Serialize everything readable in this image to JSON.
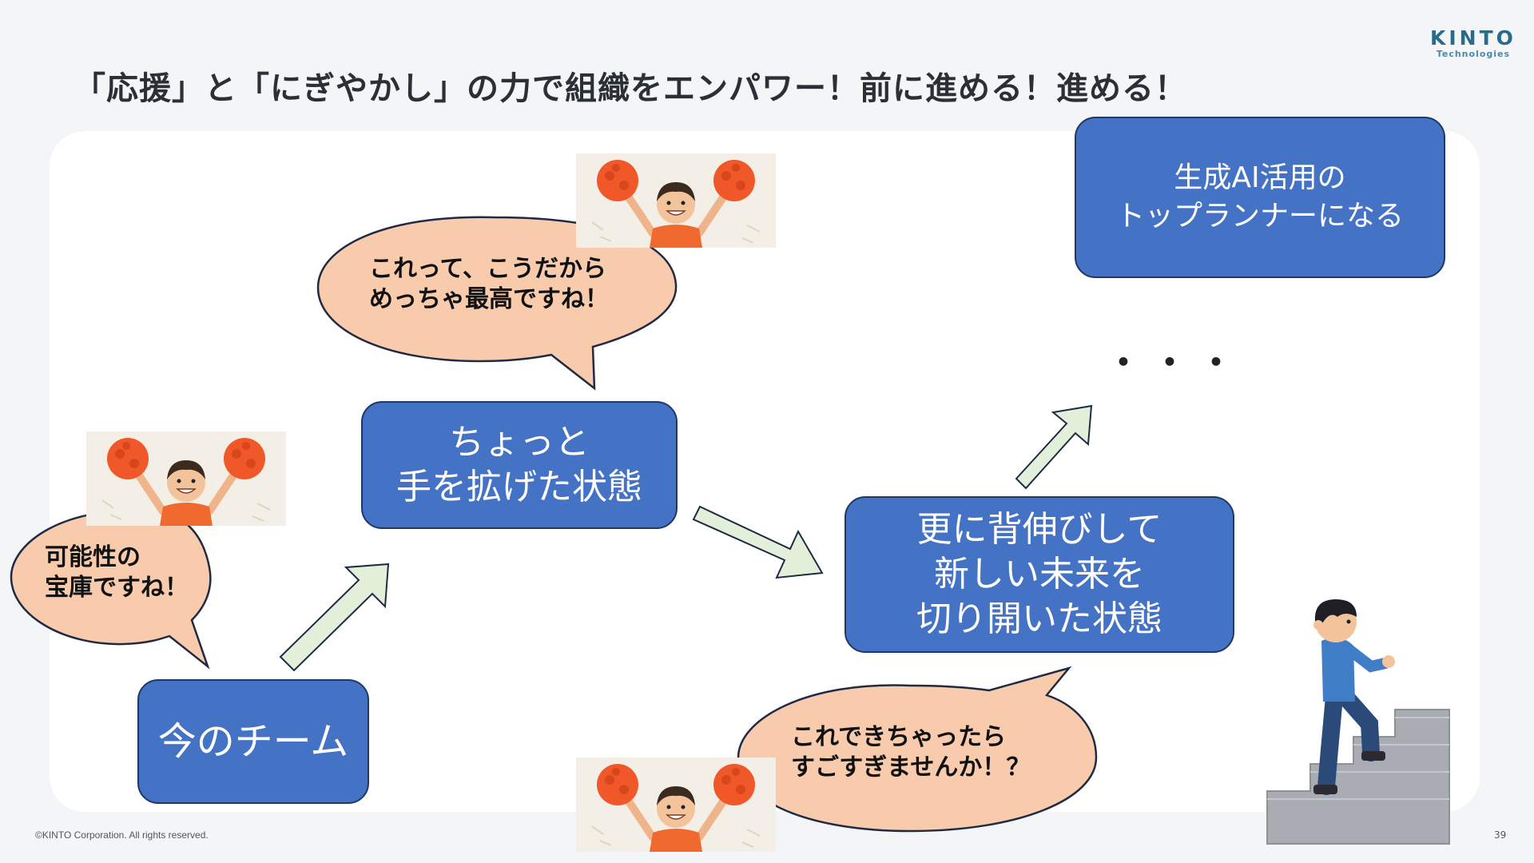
{
  "slide": {
    "title": "「応援」と「にぎやかし」の力で組織をエンパワー！前に進める！進める！",
    "logo": {
      "line1": "KINTO",
      "line2": "Technologies"
    },
    "boxes": {
      "current_team": [
        "今のチーム"
      ],
      "slightly_expanded": [
        "ちょっと",
        "手を拡げた状態"
      ],
      "new_future": [
        "更に背伸びして",
        "新しい未来を",
        "切り開いた状態"
      ],
      "goal": [
        "生成AI活用の",
        "トップランナーになる"
      ]
    },
    "bubbles": {
      "potential": [
        "可能性の",
        "宝庫ですね！"
      ],
      "awesome": [
        "これって、こうだから",
        "めっちゃ最高ですね！"
      ],
      "amazing": [
        "これできちゃったら",
        "すごすぎませんか！？"
      ]
    },
    "ellipsis": "・・・",
    "footer": "©KINTO Corporation. All rights reserved.",
    "page_number": "39"
  },
  "colors": {
    "box_fill": "#4472c4",
    "box_border": "#1f3864",
    "bubble_fill": "#f8cbad",
    "arrow_fill": "#e2f0d9",
    "cheer_pompom": "#f0582a",
    "cheer_shirt": "#f06a30",
    "background": "#f3f5f7"
  },
  "icons": {
    "cheerleader": "cheerleader-illustration",
    "climber": "person-climbing-stairs-illustration"
  }
}
